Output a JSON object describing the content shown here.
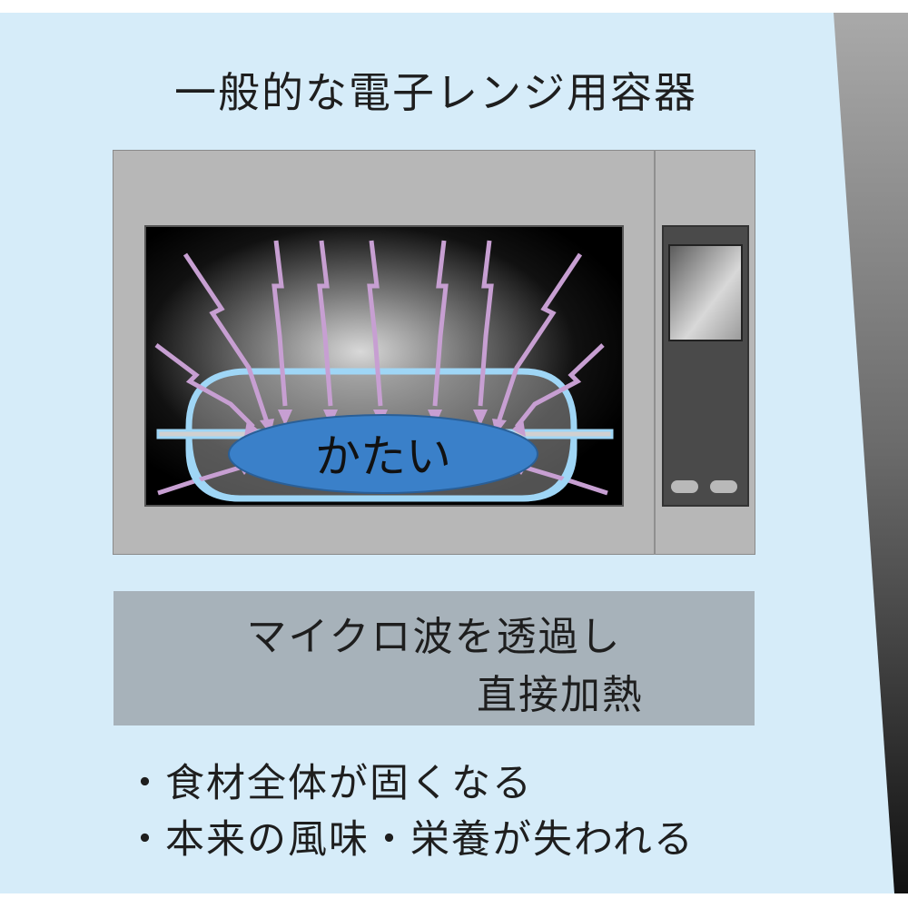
{
  "title": "一般的な電子レンジ用容器",
  "food_label": "かたい",
  "caption": {
    "line1": "マイクロ波を透過し",
    "line2": "直接加熱"
  },
  "bullets": [
    {
      "dot": "・",
      "text": "食材全体が固くなる"
    },
    {
      "dot": "・",
      "text": "本来の風味・栄養が失われる"
    }
  ],
  "colors": {
    "background": "#d6ecf9",
    "microwave_body": "#b7b7b7",
    "cavity": "#000000",
    "wave_arrows": "#c79fd2",
    "container_outline": "#9fd6f6",
    "food": "#3a80c9",
    "caption_box": "#a7b2ba"
  }
}
